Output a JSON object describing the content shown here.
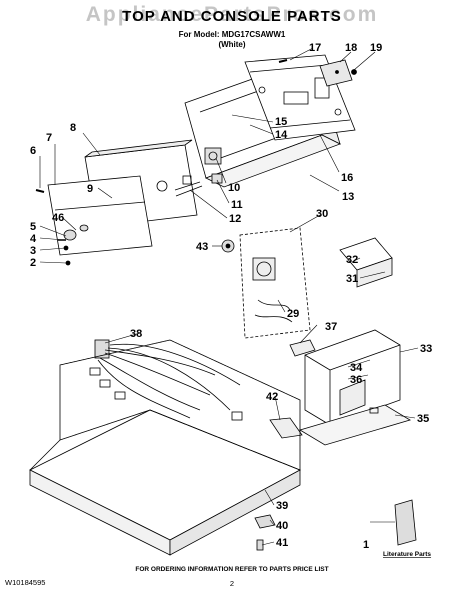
{
  "header": {
    "watermark": "AppliancePartsPros.com",
    "title": "TOP AND CONSOLE PARTS",
    "model_line": "For Model: MDG17CSAWW1",
    "variant": "(White)"
  },
  "callouts": [
    "1",
    "2",
    "3",
    "4",
    "5",
    "6",
    "7",
    "8",
    "9",
    "10",
    "11",
    "12",
    "13",
    "14",
    "15",
    "16",
    "17",
    "18",
    "19",
    "29",
    "30",
    "31",
    "32",
    "33",
    "34",
    "35",
    "36",
    "37",
    "38",
    "39",
    "40",
    "41",
    "42",
    "43",
    "46"
  ],
  "literature_label": "Literature Parts",
  "footer": {
    "doc_number": "W10184595",
    "order_note": "FOR ORDERING INFORMATION REFER TO PARTS PRICE LIST",
    "page": "2"
  }
}
